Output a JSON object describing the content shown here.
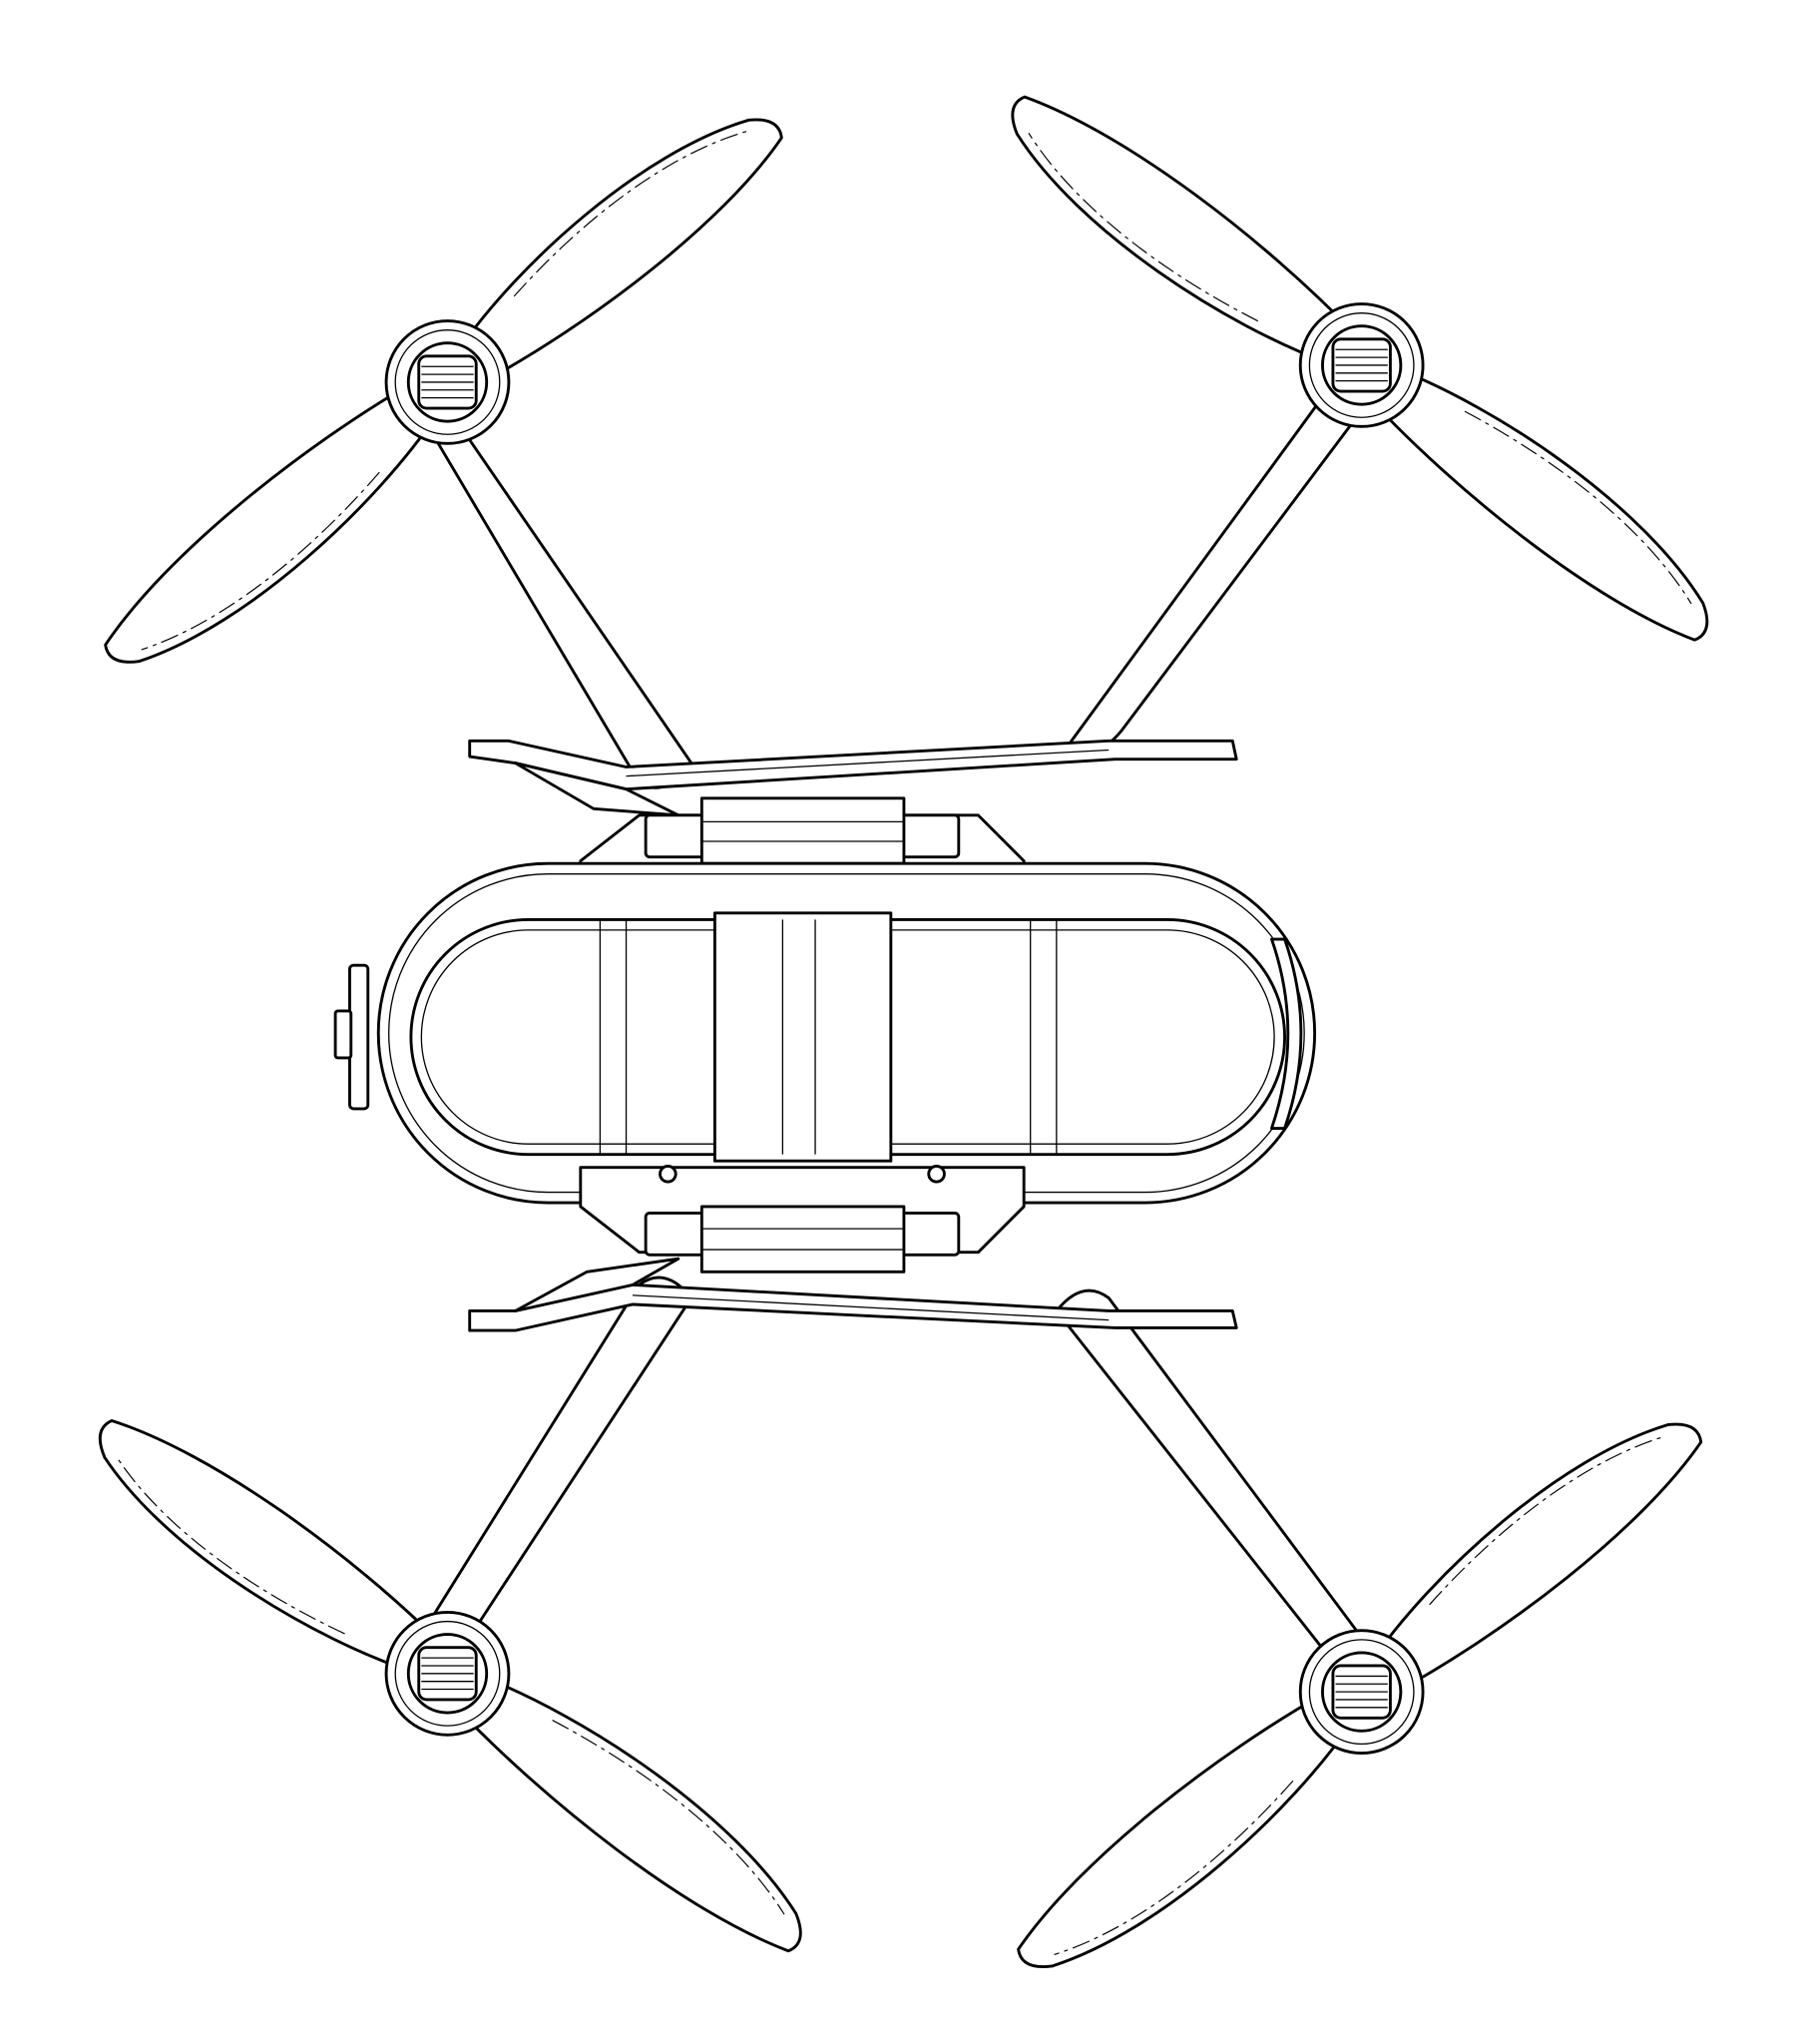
{
  "colors": {
    "line": "#000000",
    "background": "#ffffff"
  },
  "drone": {
    "rotors": [
      "front-left",
      "front-right",
      "rear-left",
      "rear-right"
    ],
    "blades_per_rotor": 2
  }
}
